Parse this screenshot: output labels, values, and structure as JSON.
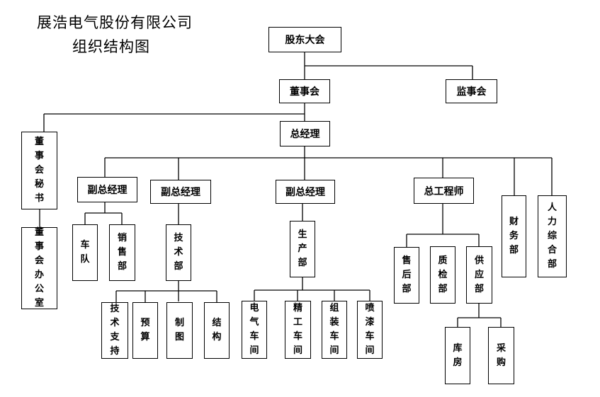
{
  "title": {
    "line1": "展浩电气股份有限公司",
    "line2": "组织结构图"
  },
  "nodes": {
    "shareholders": "股东大会",
    "board": "董事会",
    "supervisory": "监事会",
    "board_secretary": "董事会秘书",
    "board_office": "董事会办公室",
    "gm": "总经理",
    "vgm1": "副总经理",
    "vgm2": "副总经理",
    "vgm3": "副总经理",
    "chief_engineer": "总工程师",
    "finance": "财务部",
    "hr": "人力综合部",
    "fleet": "车队",
    "sales": "销售部",
    "tech": "技术部",
    "tech_support": "技术支持",
    "budget": "预算",
    "drafting": "制图",
    "structure": "结构",
    "production": "生产部",
    "electrical_ws": "电气车间",
    "finishing_ws": "精工车间",
    "assembly_ws": "组装车间",
    "painting_ws": "喷漆车间",
    "after_sales": "售后部",
    "qc": "质检部",
    "supply": "供应部",
    "warehouse": "库房",
    "purchasing": "采购"
  }
}
